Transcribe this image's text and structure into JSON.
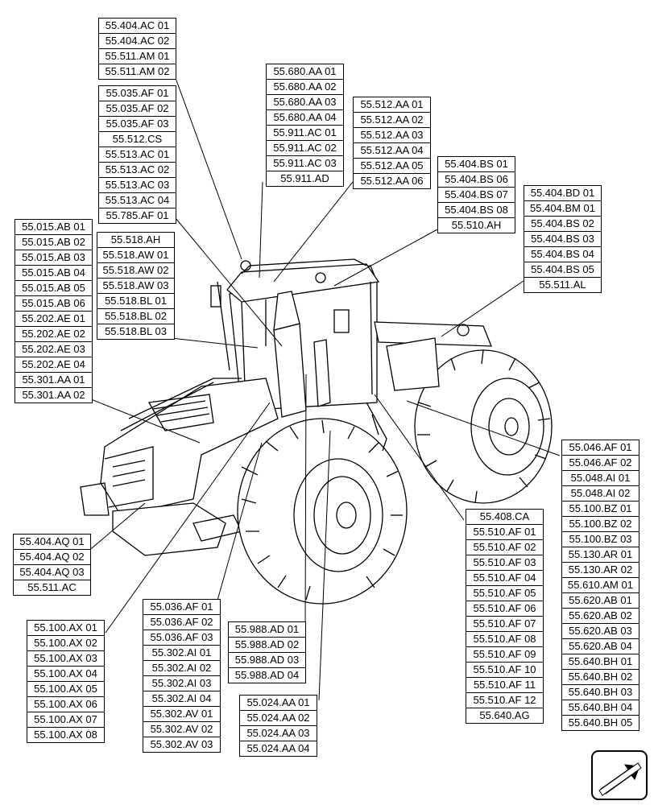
{
  "groups": {
    "g1": [
      "55.404.AC 01",
      "55.404.AC 02",
      "55.511.AM 01",
      "55.511.AM 02"
    ],
    "g2": [
      "55.035.AF 01",
      "55.035.AF 02",
      "55.035.AF 03",
      "55.512.CS",
      "55.513.AC 01",
      "55.513.AC 02",
      "55.513.AC 03",
      "55.513.AC 04",
      "55.785.AF 01"
    ],
    "g3": [
      "55.680.AA 01",
      "55.680.AA 02",
      "55.680.AA 03",
      "55.680.AA 04",
      "55.911.AC 01",
      "55.911.AC 02",
      "55.911.AC 03",
      "55.911.AD"
    ],
    "g4": [
      "55.512.AA 01",
      "55.512.AA 02",
      "55.512.AA 03",
      "55.512.AA 04",
      "55.512.AA 05",
      "55.512.AA 06"
    ],
    "g5": [
      "55.404.BS 01",
      "55.404.BS 06",
      "55.404.BS 07",
      "55.404.BS 08",
      "55.510.AH"
    ],
    "g6": [
      "55.404.BD 01",
      "55.404.BM 01",
      "55.404.BS 02",
      "55.404.BS 03",
      "55.404.BS 04",
      "55.404.BS 05",
      "55.511.AL"
    ],
    "g7": [
      "55.015.AB 01",
      "55.015.AB 02",
      "55.015.AB 03",
      "55.015.AB 04",
      "55.015.AB 05",
      "55.015.AB 06",
      "55.202.AE 01",
      "55.202.AE 02",
      "55.202.AE 03",
      "55.202.AE 04",
      "55.301.AA 01",
      "55.301.AA 02"
    ],
    "g8": [
      "55.518.AH",
      "55.518.AW 01",
      "55.518.AW 02",
      "55.518.AW 03",
      "55.518.BL 01",
      "55.518.BL 02",
      "55.518.BL 03"
    ],
    "g9": [
      "55.404.AQ 01",
      "55.404.AQ 02",
      "55.404.AQ 03",
      "55.511.AC"
    ],
    "g10": [
      "55.100.AX 01",
      "55.100.AX 02",
      "55.100.AX 03",
      "55.100.AX 04",
      "55.100.AX 05",
      "55.100.AX 06",
      "55.100.AX 07",
      "55.100.AX 08"
    ],
    "g11": [
      "55.036.AF 01",
      "55.036.AF 02",
      "55.036.AF 03",
      "55.302.AI 01",
      "55.302.AI 02",
      "55.302.AI 03",
      "55.302.AI 04",
      "55.302.AV 01",
      "55.302.AV 02",
      "55.302.AV 03"
    ],
    "g12": [
      "55.988.AD 01",
      "55.988.AD 02",
      "55.988.AD 03",
      "55.988.AD 04"
    ],
    "g13": [
      "55.024.AA 01",
      "55.024.AA 02",
      "55.024.AA 03",
      "55.024.AA 04"
    ],
    "g14": [
      "55.408.CA",
      "55.510.AF 01",
      "55.510.AF 02",
      "55.510.AF 03",
      "55.510.AF 04",
      "55.510.AF 05",
      "55.510.AF 06",
      "55.510.AF 07",
      "55.510.AF 08",
      "55.510.AF 09",
      "55.510.AF 10",
      "55.510.AF 11",
      "55.510.AF 12",
      "55.640.AG"
    ],
    "g15": [
      "55.046.AF 01",
      "55.046.AF 02",
      "55.048.AI 01",
      "55.048.AI 02",
      "55.100.BZ 01",
      "55.100.BZ 02",
      "55.100.BZ 03",
      "55.130.AR 01",
      "55.130.AR 02",
      "55.610.AM 01",
      "55.620.AB 01",
      "55.620.AB 02",
      "55.620.AB 03",
      "55.620.AB 04",
      "55.640.BH 01",
      "55.640.BH 02",
      "55.640.BH 03",
      "55.640.BH 04",
      "55.640.BH 05"
    ]
  },
  "nav_icon": "arrow-icon"
}
